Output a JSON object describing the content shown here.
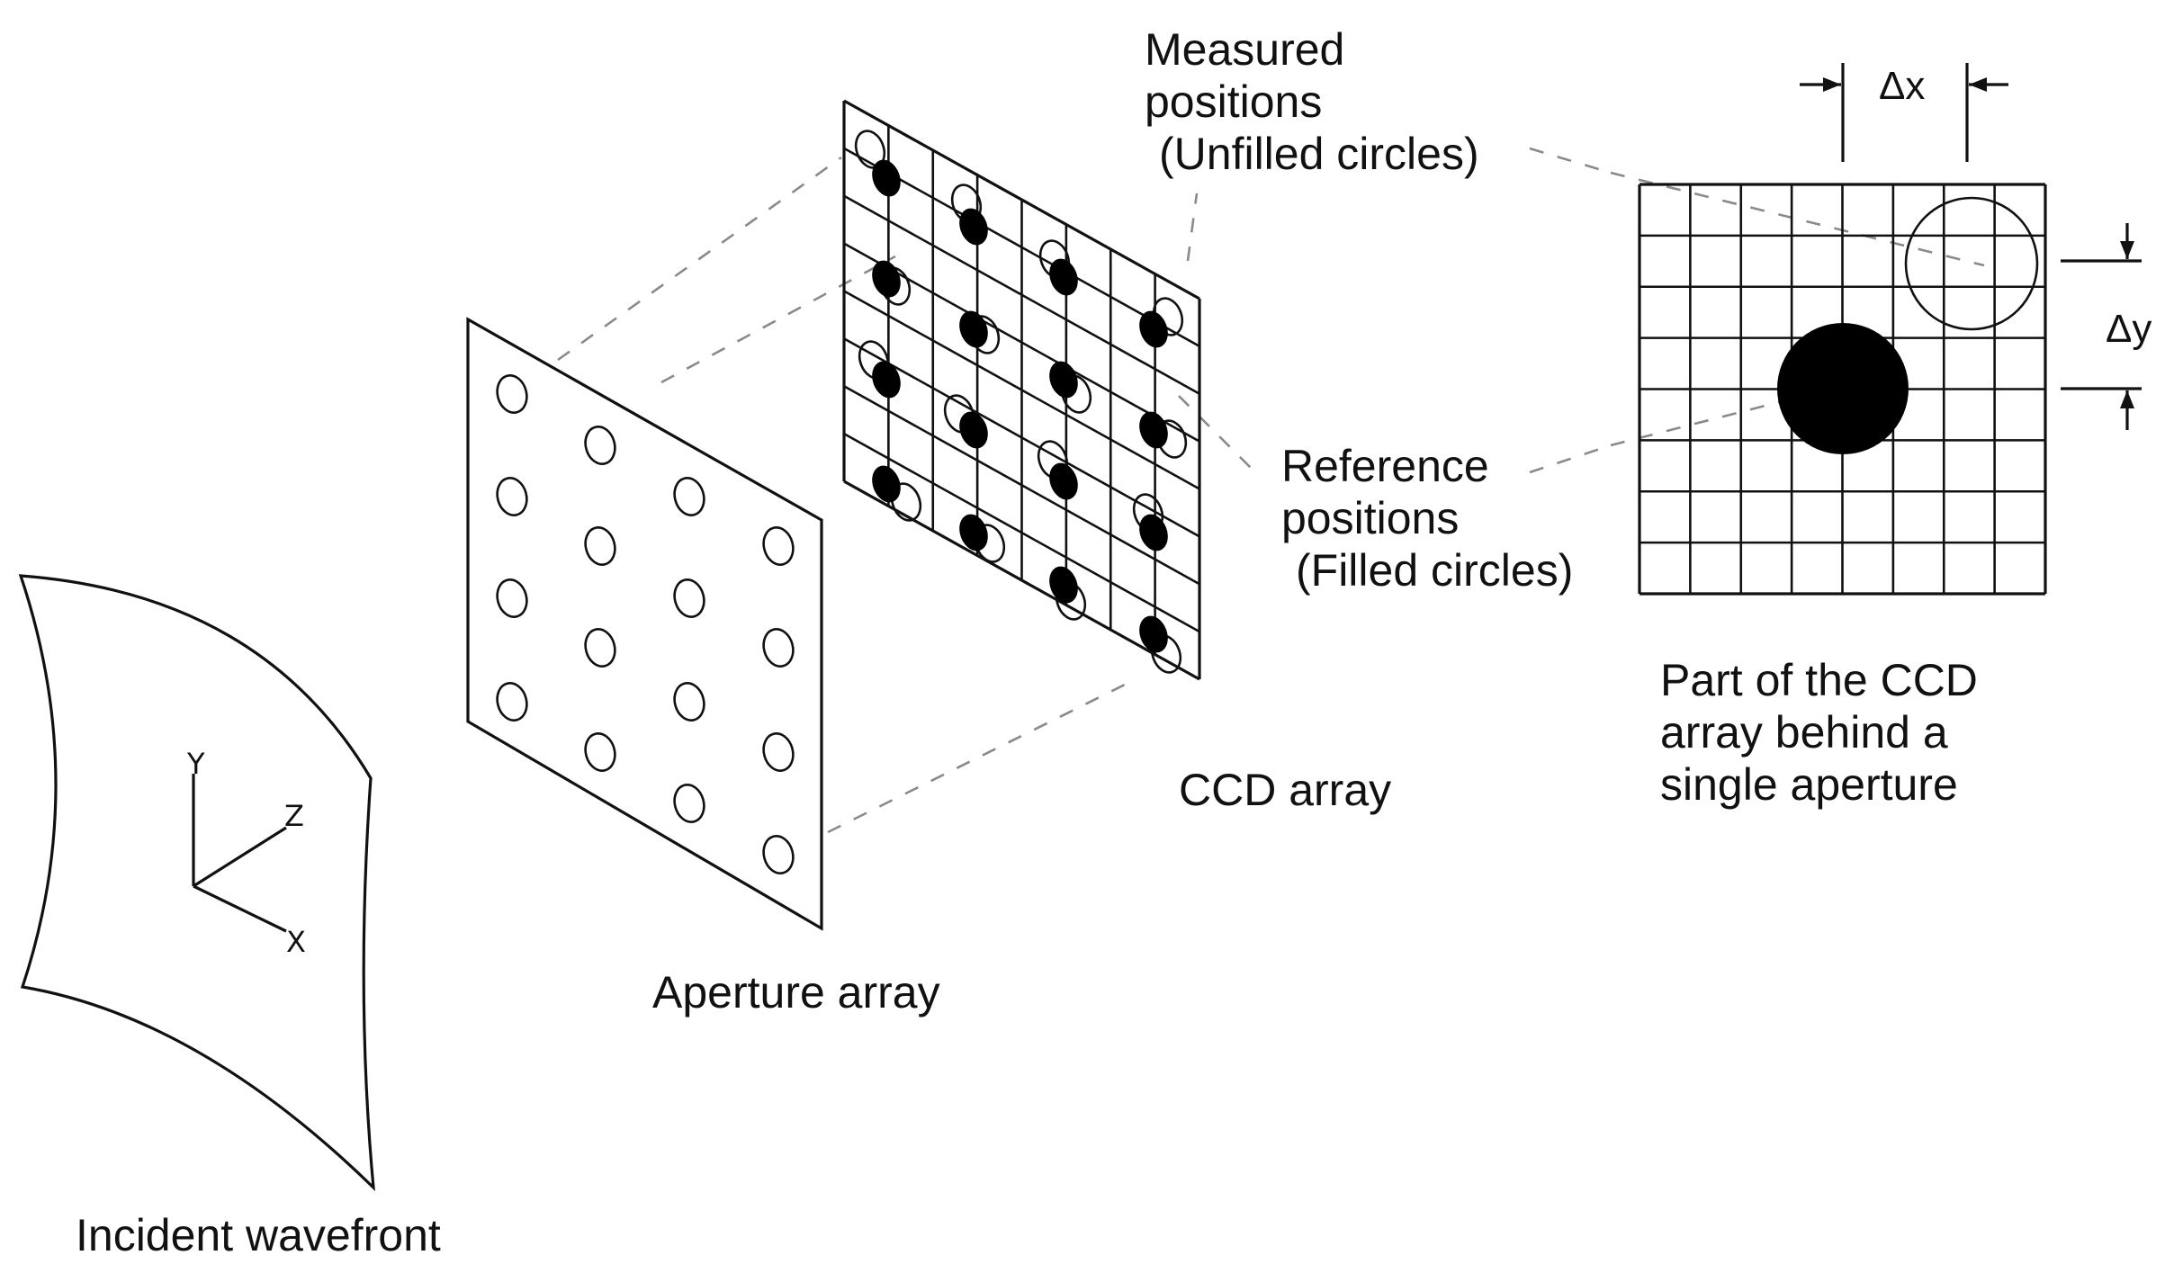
{
  "labels": {
    "incident_wavefront": "Incident wavefront",
    "aperture_array": "Aperture array",
    "ccd_array": "CCD array",
    "measured": [
      "Measured",
      "positions",
      "(Unfilled circles)"
    ],
    "reference": [
      "Reference",
      "positions",
      "(Filled circles)"
    ],
    "detail": [
      "Part of the CCD",
      "array behind a",
      "single aperture"
    ],
    "delta_x": "Δx",
    "delta_y": "Δy"
  },
  "axes": {
    "x": "X",
    "y": "Y",
    "z": "Z"
  }
}
